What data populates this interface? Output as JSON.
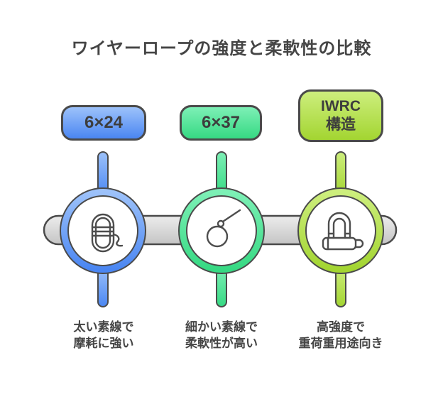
{
  "title": "ワイヤーロープの強度と柔軟性の比較",
  "background": "#ffffff",
  "outline_color": "#4a4a4a",
  "text_color": "#454545",
  "bar_color": {
    "light": "#ececec",
    "dark": "#c5c5c5"
  },
  "items": [
    {
      "pill": "6×24",
      "caption": [
        "太い素線で",
        "摩耗に強い"
      ],
      "icon": "rope-coil-icon",
      "colors": {
        "light": "#9dc2fa",
        "dark": "#4a86f2"
      }
    },
    {
      "pill": "6×37",
      "caption": [
        "細かい素線で",
        "柔軟性が高い"
      ],
      "icon": "rope-loop-icon",
      "colors": {
        "light": "#7df0b6",
        "dark": "#36d983"
      }
    },
    {
      "pill": "IWRC構造",
      "pill_lines": [
        "IWRC",
        "構造"
      ],
      "caption": [
        "高強度で",
        "重荷重用途向き"
      ],
      "icon": "shackle-icon",
      "colors": {
        "light": "#cdee7d",
        "dark": "#a3d531"
      }
    }
  ]
}
